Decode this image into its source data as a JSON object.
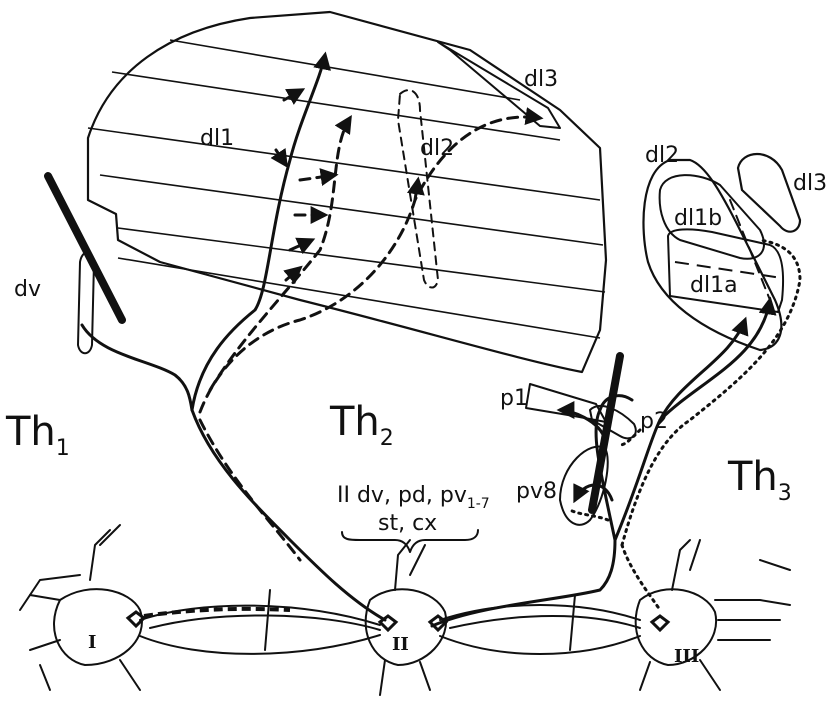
{
  "segments": {
    "th1": {
      "main": "Th",
      "sub": "1"
    },
    "th2": {
      "main": "Th",
      "sub": "2"
    },
    "th3": {
      "main": "Th",
      "sub": "3"
    }
  },
  "muscles": {
    "dl1": "dl1",
    "dl2_mid": "dl2",
    "dl3_top": "dl3",
    "dl2_right": "dl2",
    "dl3_right": "dl3",
    "dl1b": "dl1b",
    "dl1a": "dl1a",
    "dv": "dv",
    "p1": "p1",
    "p2": "p2",
    "pv8": "pv8"
  },
  "annotation": {
    "line1": "II dv, pd, pv",
    "line1_sub": "1-7",
    "line2": "st, cx"
  },
  "ganglia": [
    "I",
    "II",
    "III"
  ]
}
